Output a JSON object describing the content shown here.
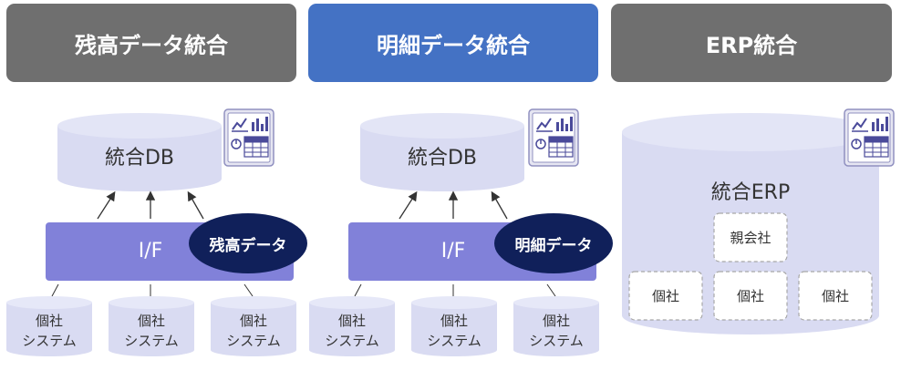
{
  "headers": [
    "残高データ統合",
    "明細データ統合",
    "ERP統合"
  ],
  "panel1": {
    "db_label": "統合DB",
    "if_label": "I/F",
    "data_label": "残高データ",
    "systems": [
      {
        "line1": "個社",
        "line2": "システム"
      },
      {
        "line1": "個社",
        "line2": "システム"
      },
      {
        "line1": "個社",
        "line2": "システム"
      }
    ]
  },
  "panel2": {
    "db_label": "統合DB",
    "if_label": "I/F",
    "data_label": "明細データ",
    "systems": [
      {
        "line1": "個社",
        "line2": "システム"
      },
      {
        "line1": "個社",
        "line2": "システム"
      },
      {
        "line1": "個社",
        "line2": "システム"
      }
    ]
  },
  "panel3": {
    "erp_label": "統合ERP",
    "parent_company": "親会社",
    "companies": [
      "個社",
      "個社",
      "個社"
    ]
  },
  "icons": [
    "report-dashboard-icon",
    "report-dashboard-icon",
    "report-dashboard-icon"
  ],
  "colors": {
    "header_gray": "#6f6f6f",
    "header_blue": "#4472c4",
    "db_fill": "#d9dbf2",
    "if_fill": "#8181d9",
    "ellipse_fill": "#10205a"
  }
}
